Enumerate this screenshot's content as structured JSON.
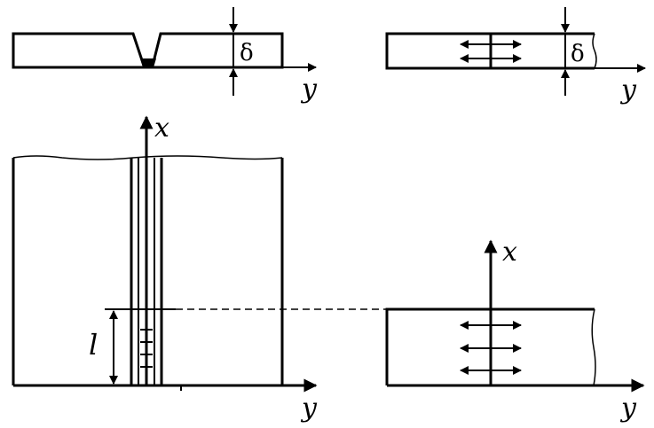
{
  "labels": {
    "thickness": "δ",
    "axis_x": "x",
    "axis_y": "y",
    "length": "l"
  },
  "colors": {
    "ink": "#000000",
    "background": "#ffffff"
  }
}
